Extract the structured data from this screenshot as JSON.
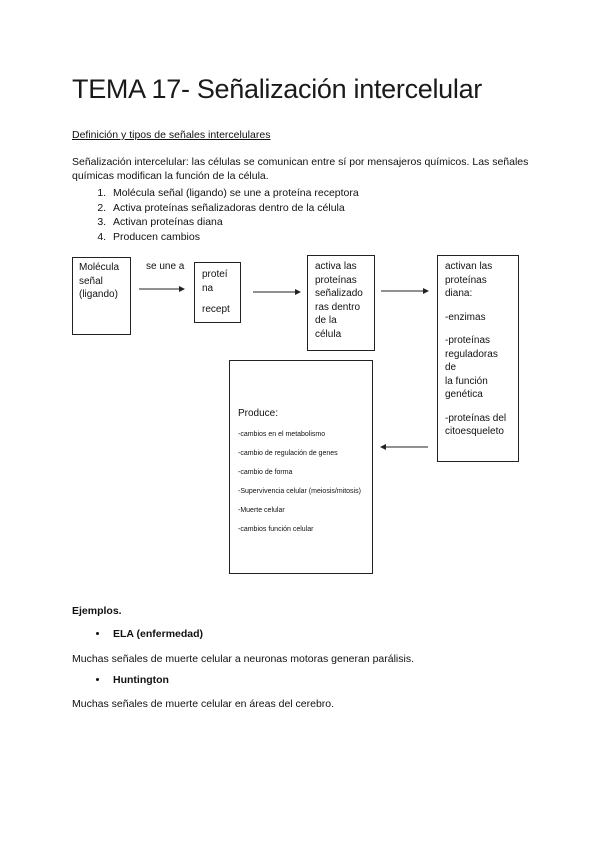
{
  "title": "TEMA 17- Señalización intercelular",
  "subheading": "Definición y tipos de señales intercelulares",
  "intro_paragraph": "Señalización intercelular: las células se comunican entre sí por mensajeros químicos. Las señales químicas modifican la función de la célula.",
  "steps": [
    "Molécula señal (ligando) se une a proteína receptora",
    "Activa proteínas señalizadoras dentro de la célula",
    "Activan proteínas diana",
    "Producen cambios"
  ],
  "diagram": {
    "box1_lines": [
      "Molécula",
      "señal",
      "(ligando)"
    ],
    "label_se_une": "se une a",
    "box2_lines": [
      "proteí",
      "na",
      "recept"
    ],
    "box3_lines": [
      "activa las",
      "proteínas",
      "señalizado",
      "ras dentro",
      "de la",
      "célula"
    ],
    "box4": {
      "head_lines": [
        "activan las",
        "proteínas",
        "diana:"
      ],
      "item1": "-enzimas",
      "item2_lines": [
        "-proteínas",
        "reguladoras de",
        "la función",
        "genética"
      ],
      "item3_lines": [
        "-proteínas del",
        "citoesqueleto"
      ]
    },
    "box5": {
      "heading": "Produce:",
      "items": [
        "-cambios en el metabolismo",
        "-cambio de regulación de genes",
        "-cambio de forma",
        "-Supervivencia celular (meiosis/mitosis)",
        "-Muerte celular",
        "-cambios función celular"
      ]
    }
  },
  "examples": {
    "heading": "Ejemplos.",
    "items": [
      {
        "bullet": "ELA (enfermedad)",
        "text": "Muchas señales de muerte celular a neuronas motoras generan parálisis."
      },
      {
        "bullet": "Huntington",
        "text": "Muchas señales de muerte celular en áreas del cerebro."
      }
    ]
  }
}
